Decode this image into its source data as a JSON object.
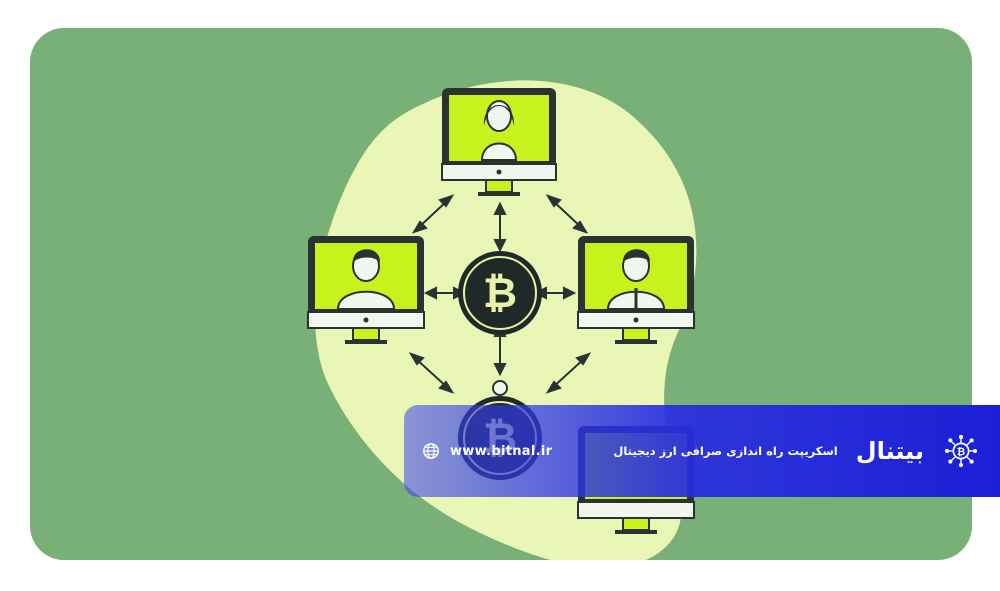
{
  "colors": {
    "background": "#79b078",
    "blob": "#eaf6b6",
    "screen": "#c7f21e",
    "ink": "#1f2a28",
    "coin_gold": "#e9f2a6",
    "banner": "#1b1fd6"
  },
  "icons": [
    "globe-icon",
    "bitcoin-logo-icon",
    "bitcoin-coin-icon",
    "monitor-icon"
  ],
  "banner": {
    "website": "www.bitnal.ir",
    "tagline": "اسکریپت راه اندازی صرافی ارز دیجیتال",
    "brand": "بیتنال"
  }
}
